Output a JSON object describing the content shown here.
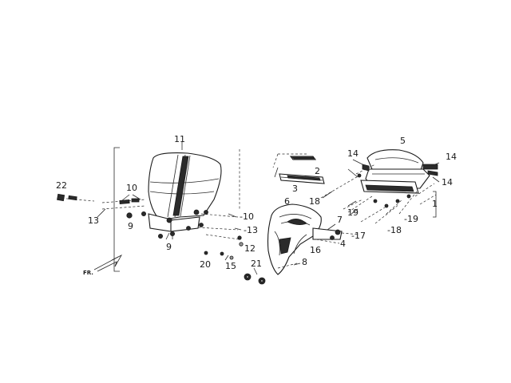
{
  "diagram": {
    "direction_marker": "FR.",
    "callouts": {
      "c1": "1",
      "c2": "2",
      "c3": "3",
      "c4": "4",
      "c5": "5",
      "c6": "6",
      "c7": "7",
      "c8": "8",
      "c9a": "9",
      "c9b": "9",
      "c10a": "10",
      "c10b": "-10",
      "c11": "11",
      "c12": "12",
      "c13a": "13",
      "c13b": "-13",
      "c14a": "14",
      "c14b": "14",
      "c14c": "14",
      "c15": "15",
      "c16": "16",
      "c17": "-17",
      "c18a": "18",
      "c18b": "-18",
      "c19a": "19",
      "c19b": "-19",
      "c20": "20",
      "c21": "21",
      "c22": "22"
    }
  }
}
